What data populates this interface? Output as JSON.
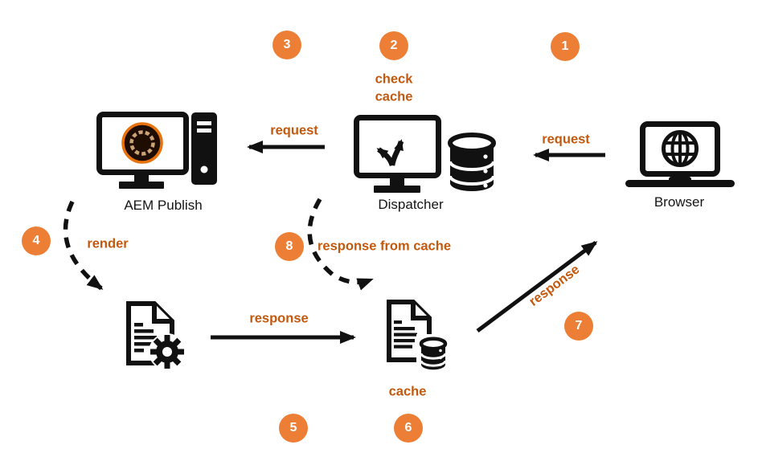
{
  "diagram": {
    "background_color": "#ffffff",
    "accent_color": "#EC7F35",
    "text_accent_color": "#C2590F",
    "line_color": "#111111",
    "nodes": {
      "aem_publish": {
        "label": "AEM Publish",
        "icon": "desktop-computer-with-aem-logo"
      },
      "dispatcher": {
        "label": "Dispatcher",
        "icon": "monitor-branch-arrows-with-database"
      },
      "browser": {
        "label": "Browser",
        "icon": "laptop-with-globe"
      },
      "renderer": {
        "icon": "document-with-gear"
      },
      "cache": {
        "label": "cache",
        "icon": "document-with-database"
      }
    },
    "edges": {
      "browser_to_dispatcher": {
        "label": "request",
        "style": "solid"
      },
      "dispatcher_to_aem": {
        "label": "request",
        "style": "solid"
      },
      "dispatcher_check_cache": {
        "label": "check cache"
      },
      "aem_render": {
        "label": "render",
        "style": "dashed"
      },
      "renderer_to_cache": {
        "label": "response",
        "style": "solid"
      },
      "dispatcher_to_cache": {
        "label": "response from cache",
        "style": "dashed"
      },
      "cache_to_browser": {
        "label": "response",
        "style": "solid"
      }
    },
    "steps": [
      {
        "n": "1"
      },
      {
        "n": "2"
      },
      {
        "n": "3"
      },
      {
        "n": "4"
      },
      {
        "n": "5"
      },
      {
        "n": "6"
      },
      {
        "n": "7"
      },
      {
        "n": "8"
      }
    ]
  }
}
